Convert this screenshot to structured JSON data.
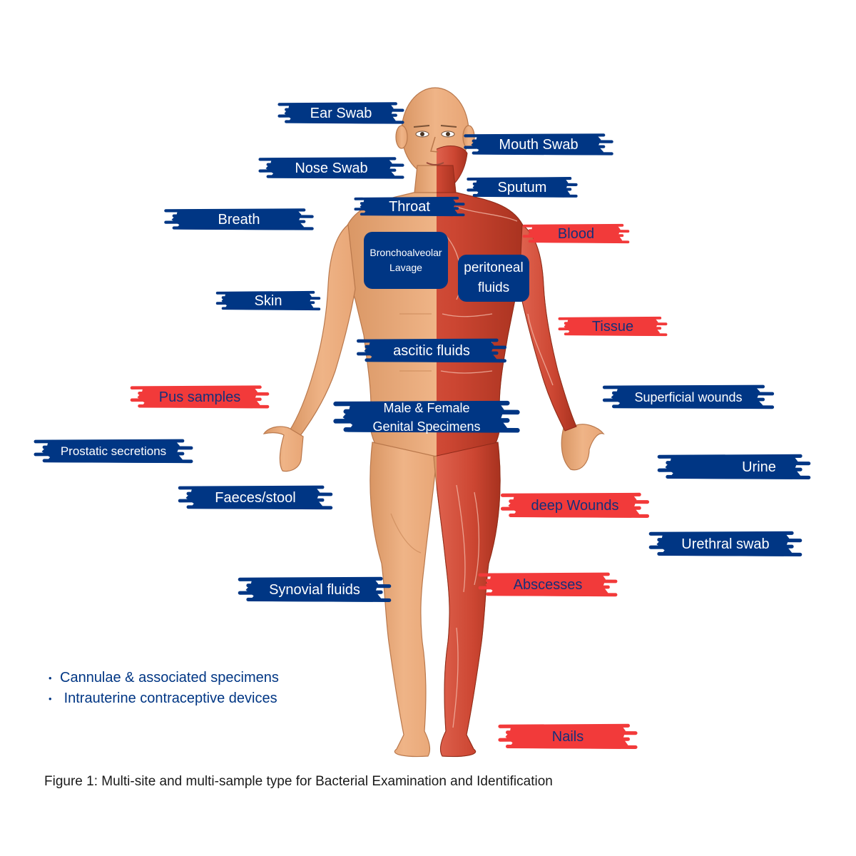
{
  "labels": [
    {
      "key": "ear-swab",
      "text": "Ear Swab",
      "color": "blue"
    },
    {
      "key": "mouth-swab",
      "text": "Mouth Swab",
      "color": "blue"
    },
    {
      "key": "nose-swab",
      "text": "Nose Swab",
      "color": "blue"
    },
    {
      "key": "sputum",
      "text": "Sputum",
      "color": "blue"
    },
    {
      "key": "throat",
      "text": "Throat",
      "color": "blue"
    },
    {
      "key": "breath",
      "text": "Breath",
      "color": "blue"
    },
    {
      "key": "blood",
      "text": "Blood",
      "color": "red"
    },
    {
      "key": "skin",
      "text": "Skin",
      "color": "blue"
    },
    {
      "key": "tissue",
      "text": "Tissue",
      "color": "red"
    },
    {
      "key": "ascitic-fluids",
      "text": "ascitic fluids",
      "color": "blue"
    },
    {
      "key": "pus-samples",
      "text": "Pus samples",
      "color": "red"
    },
    {
      "key": "superficial-wounds",
      "text": "Superficial wounds",
      "color": "blue"
    },
    {
      "key": "genital-specimens",
      "text": "Male & Female\nGenital Specimens",
      "color": "blue"
    },
    {
      "key": "prostatic-secretions",
      "text": "Prostatic secretions",
      "color": "blue"
    },
    {
      "key": "urine",
      "text": "Urine",
      "color": "blue"
    },
    {
      "key": "faeces-stool",
      "text": "Faeces/stool",
      "color": "blue"
    },
    {
      "key": "deep-wounds",
      "text": "deep Wounds",
      "color": "red"
    },
    {
      "key": "urethral-swab",
      "text": "Urethral swab",
      "color": "blue"
    },
    {
      "key": "synovial-fluids",
      "text": "Synovial fluids",
      "color": "blue"
    },
    {
      "key": "abscesses",
      "text": "Abscesses",
      "color": "red"
    },
    {
      "key": "nails",
      "text": "Nails",
      "color": "red"
    }
  ],
  "boxes": {
    "bronchoalveolar": {
      "line1": "Bronchoalveolar",
      "line2": "Lavage"
    },
    "peritoneal": {
      "line1": "peritoneal",
      "line2": "fluids"
    }
  },
  "bullets": [
    "Cannulae & associated specimens",
    "Intrauterine contraceptive devices"
  ],
  "caption": "Figure 1: Multi-site and multi-sample type for Bacterial Examination and Identification",
  "colors": {
    "label_blue": "#003684",
    "label_red": "#f23a3a",
    "skin": "#e9a877",
    "muscle": "#cf4a36"
  }
}
